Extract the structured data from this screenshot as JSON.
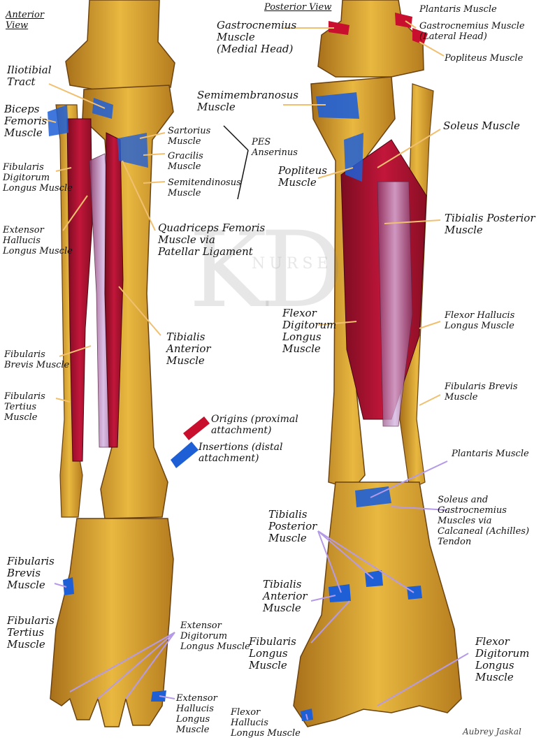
{
  "headings": {
    "anterior": "Anterior\nView",
    "posterior": "Posterior View"
  },
  "anterior_labels": {
    "iliotibial": "Iliotibial\nTract",
    "biceps": "Biceps\nFemoris\nMuscle",
    "fdl": "Fibularis\nDigitorum\nLongus Muscle",
    "ehl": "Extensor\nHallucis\nLongus Muscle",
    "fib_brevis": "Fibularis\nBrevis Muscle",
    "fib_tertius": "Fibularis\nTertius\nMuscle",
    "fib_brevis_foot": "Fibularis\nBrevis\nMuscle",
    "fib_tertius_foot": "Fibularis\nTertius\nMuscle",
    "sartorius": "Sartorius\nMuscle",
    "gracilis": "Gracilis\nMuscle",
    "semitendinosus": "Semitendinosus\nMuscle",
    "pes": "PES\nAnserinus",
    "quadriceps": "Quadriceps Femoris\nMuscle via\nPatellar Ligament",
    "tibialis_anterior": "Tibialis\nAnterior\nMuscle",
    "edl_foot": "Extensor\nDigitorum\nLongus Muscle",
    "ehl_foot": "Extensor\nHallucis\nLongus\nMuscle"
  },
  "posterior_labels": {
    "gastroc_medial": "Gastrocnemius\nMuscle\n(Medial Head)",
    "plantaris_top": "Plantaris Muscle",
    "gastroc_lateral": "Gastrocnemius Muscle\n(Lateral Head)",
    "popliteus_top": "Popliteus Muscle",
    "semimembranosus": "Semimembranosus\nMuscle",
    "soleus": "Soleus Muscle",
    "popliteus": "Popliteus\nMuscle",
    "tib_posterior": "Tibialis Posterior\nMuscle",
    "fdl": "Flexor\nDigitorum\nLongus\nMuscle",
    "fhl": "Flexor Hallucis\nLongus Muscle",
    "fib_brevis": "Fibularis Brevis\nMuscle",
    "plantaris": "Plantaris Muscle",
    "soleus_gastroc": "Soleus and\nGastrocnemius\nMuscles via\nCalcaneal (Achilles)\nTendon",
    "tib_posterior_foot": "Tibialis\nPosterior\nMuscle",
    "tib_anterior_foot": "Tibialis\nAnterior\nMuscle",
    "fib_longus_foot": "Fibularis\nLongus\nMuscle",
    "fdl_foot": "Flexor\nDigitorum\nLongus\nMuscle",
    "fhl_foot": "Flexor\nHallucis\nLongus Muscle"
  },
  "legend": {
    "origins": "Origins (proximal\nattachment)",
    "insertions": "Insertions (distal\nattachment)",
    "origin_color": "#c8102e",
    "insertion_color": "#1f5fd6"
  },
  "watermark": {
    "letters": "KD",
    "word": "NURSE"
  },
  "colors": {
    "bone": "#d9a227",
    "bone_dark": "#a8701a",
    "muscle": "#a8102a",
    "muscle_light": "#c33e63",
    "tendon": "#e6d9f0",
    "origin": "#c8102e",
    "insertion": "#1f5fd6"
  },
  "signature": "Aubrey Jaskal"
}
